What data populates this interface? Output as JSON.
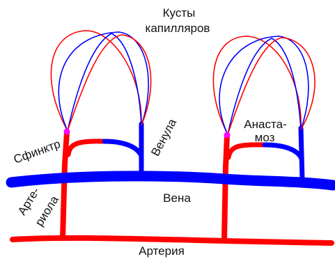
{
  "colors": {
    "arterial": "#ff0000",
    "venous": "#0000ff",
    "sphincter": "#ff00ff",
    "text": "#111111",
    "background": "#ffffff"
  },
  "labels": {
    "kusty_line1": "Кусты",
    "kusty_line2": "капилляров",
    "sfinkter": "Сфинктр",
    "venula": "Венула",
    "anastamoz_line1": "Анаста-",
    "anastamoz_line2": "моз",
    "vena": "Вена",
    "arteriola_line1": "Арте-",
    "arteriola_line2": "риола",
    "arteriya": "Артерия"
  }
}
